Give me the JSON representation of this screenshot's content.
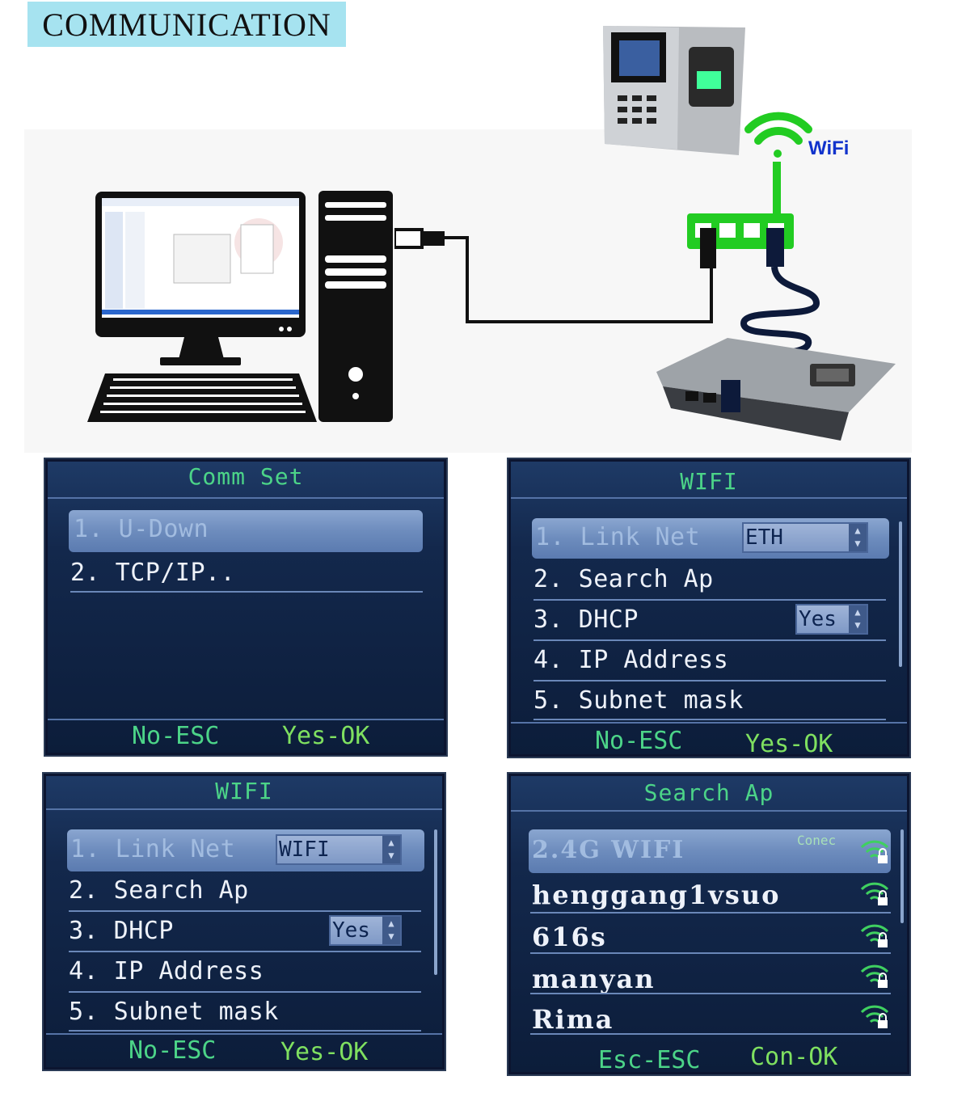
{
  "title": "COMMUNICATION",
  "diagram": {
    "wifi_label": "WiFi",
    "colors": {
      "router": "#22cc22",
      "wifi": "#22cc22",
      "cable": "#111111",
      "accent_blue": "#1133cc"
    }
  },
  "screens": {
    "comm_set": {
      "title": "Comm Set",
      "items": [
        "1. U-Down",
        "2. TCP/IP.."
      ],
      "footer": {
        "left": "No-ESC",
        "right": "Yes-OK"
      }
    },
    "wifi_eth": {
      "title": "WIFI",
      "items": [
        "1. Link Net",
        "2. Search Ap",
        "3. DHCP",
        "4. IP Address",
        "5. Subnet mask"
      ],
      "link_value": "ETH",
      "dhcp_value": "Yes",
      "footer": {
        "left": "No-ESC",
        "right": "Yes-OK"
      }
    },
    "wifi_wifi": {
      "title": "WIFI",
      "items": [
        "1. Link Net",
        "2. Search Ap",
        "3. DHCP",
        "4. IP Address",
        "5. Subnet mask"
      ],
      "link_value": "WIFI",
      "dhcp_value": "Yes",
      "footer": {
        "left": "No-ESC",
        "right": "Yes-OK"
      }
    },
    "search_ap": {
      "title": "Search Ap",
      "networks": [
        "2.4G WIFI",
        "henggang1vsuo",
        "616s",
        "manyan",
        "Rima"
      ],
      "connected_label": "Conec",
      "footer": {
        "left": "Esc-ESC",
        "right": "Con-OK"
      }
    }
  }
}
